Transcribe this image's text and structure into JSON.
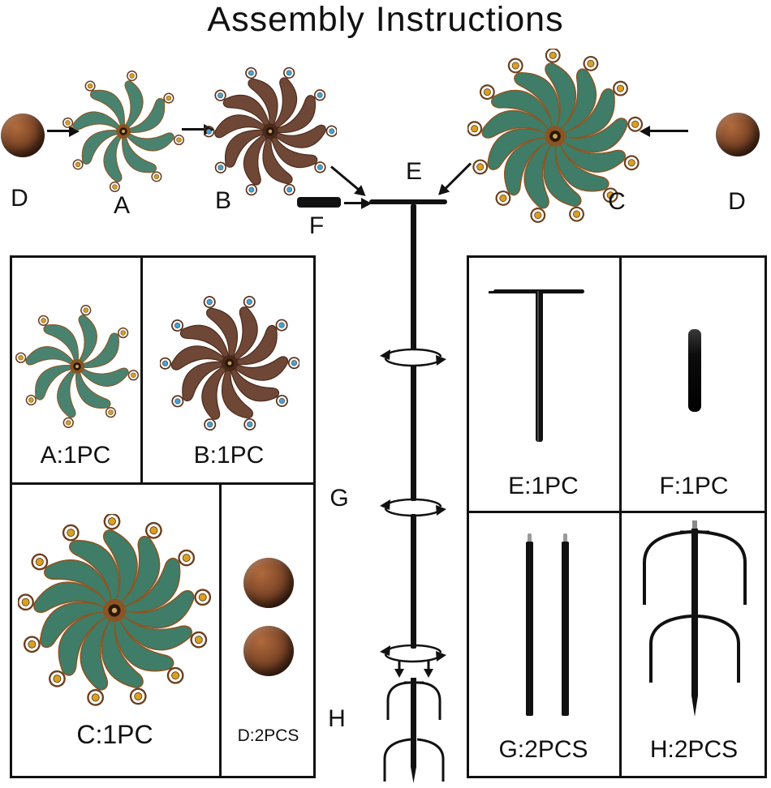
{
  "title": "Assembly Instructions",
  "labels": {
    "d_left": "D",
    "a": "A",
    "b": "B",
    "f": "F",
    "e": "E",
    "c": "C",
    "d_right": "D",
    "g": "G",
    "h": "H"
  },
  "parts_left": {
    "a": "A:1PC",
    "b": "B:1PC",
    "c": "C:1PC",
    "d": "D:2PCS"
  },
  "parts_right": {
    "e": "E:1PC",
    "f": "F:1PC",
    "g": "G:2PCS",
    "h": "H:2PCS"
  },
  "spinners": {
    "a": {
      "blades": 8,
      "blade": "#4a8270",
      "edge": "#8a5524",
      "curl": "#6b3f1d",
      "gem": "#d9a023",
      "size": 150
    },
    "b": {
      "blades": 10,
      "blade": "#6e4737",
      "edge": "#4a2a1a",
      "curl": "#54301f",
      "gem": "#44a3d8",
      "size": 164
    },
    "c": {
      "blades": 13,
      "blade": "#3f7d68",
      "edge": "#8a5524",
      "curl": "#6b3f1d",
      "gem": "#d9a023",
      "size": 216
    }
  },
  "ball_colors": {
    "light": "#b06a3c",
    "mid": "#7a4426",
    "dark": "#35190a"
  },
  "line_color": "#111111"
}
